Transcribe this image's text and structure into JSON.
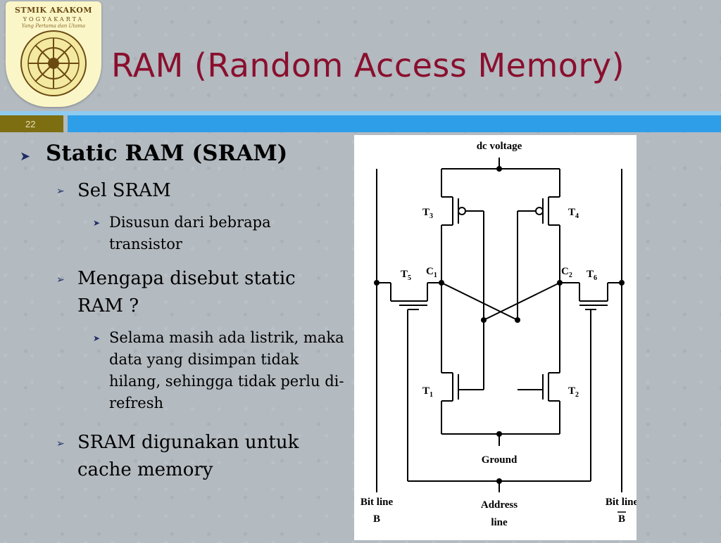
{
  "logo": {
    "name": "STMIK AKAKOM",
    "city": "YOGYAKARTA",
    "motto": "Yang Pertama dan Utama"
  },
  "slide": {
    "title": "RAM (Random Access Memory)",
    "number": "22"
  },
  "bullets": {
    "b1": "Static RAM (SRAM)",
    "b1_1": "Sel SRAM",
    "b1_1_1": "Disusun dari bebrapa transistor",
    "b1_2": "Mengapa disebut static RAM ?",
    "b1_2_1": "Selama masih ada listrik, maka data yang disimpan tidak hilang, sehingga tidak perlu di-refresh",
    "b1_3": "SRAM digunakan untuk cache memory"
  },
  "diagram": {
    "dc_voltage": "dc voltage",
    "ground": "Ground",
    "address_line": "Address",
    "address_line_2": "line",
    "bit_line": "Bit line",
    "bit_line_b": "B",
    "bit_line_bar": "Bit line",
    "bit_line_bar_b": "B",
    "t1": "T1",
    "t2": "T2",
    "t3": "T3",
    "t4": "T4",
    "t5": "T5",
    "t6": "T6",
    "c1": "C1",
    "c2": "C2"
  },
  "colors": {
    "title": "#8a0f2e",
    "accent_blue": "#2e9ee8",
    "number_box": "#7d6e12",
    "bullet": "#1f2d66"
  }
}
